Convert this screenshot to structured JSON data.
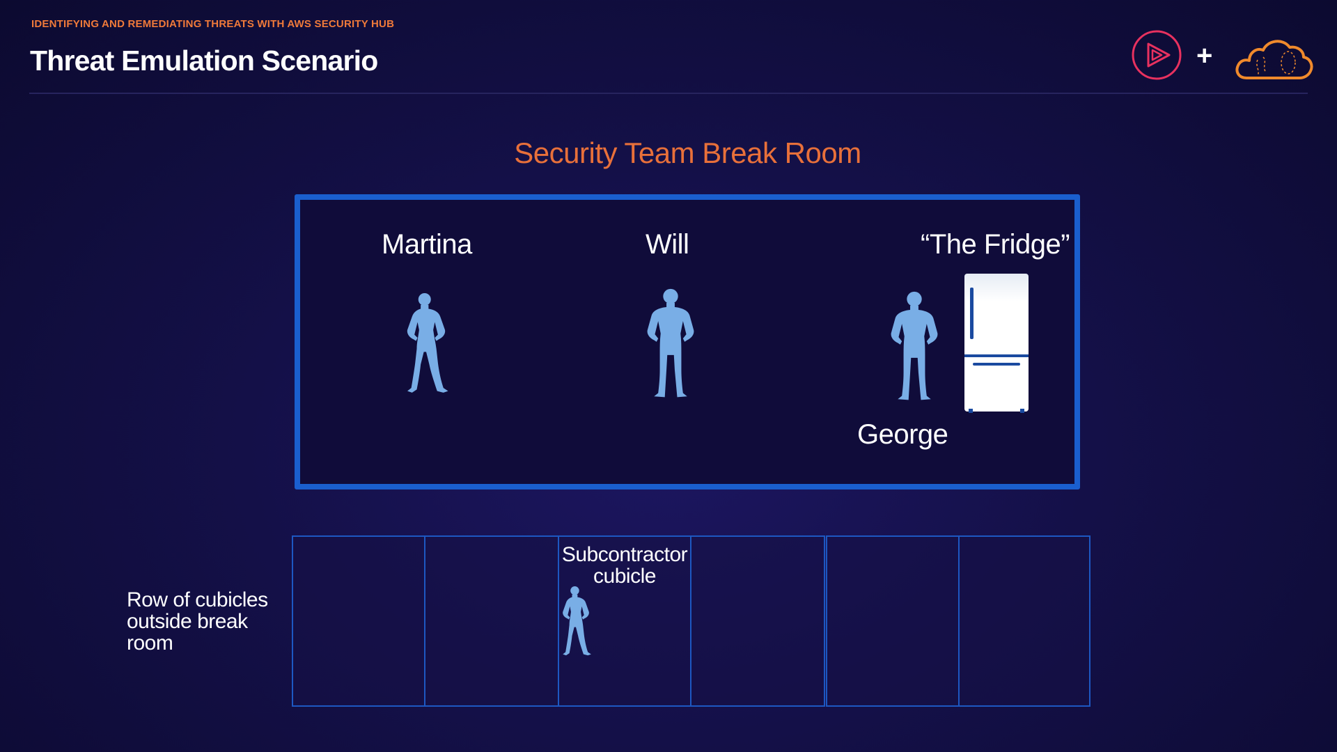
{
  "header": {
    "kicker": "IDENTIFYING AND REMEDIATING THREATS WITH AWS SECURITY HUB",
    "title": "Threat Emulation Scenario",
    "plus": "+",
    "logos": [
      "play-logo-icon",
      "cloud-logo-icon"
    ]
  },
  "diagram": {
    "room_title": "Security Team Break Room",
    "people": [
      {
        "name": "Martina",
        "icon": "person-female-icon"
      },
      {
        "name": "Will",
        "icon": "person-male-icon"
      },
      {
        "name": "George",
        "icon": "person-male-icon"
      }
    ],
    "fridge": {
      "label": "“The Fridge”",
      "icon": "refrigerator-icon"
    },
    "cubicles": {
      "row_label": "Row of cubicles outside break room",
      "count": 6,
      "subcontractor_line1": "Subcontractor",
      "subcontractor_line2": "cubicle",
      "subcontractor_icon": "person-female-icon"
    }
  },
  "colors": {
    "background": "#141048",
    "accent_orange": "#e8703a",
    "room_border": "#1a5fce",
    "person_fill": "#79aee6"
  }
}
